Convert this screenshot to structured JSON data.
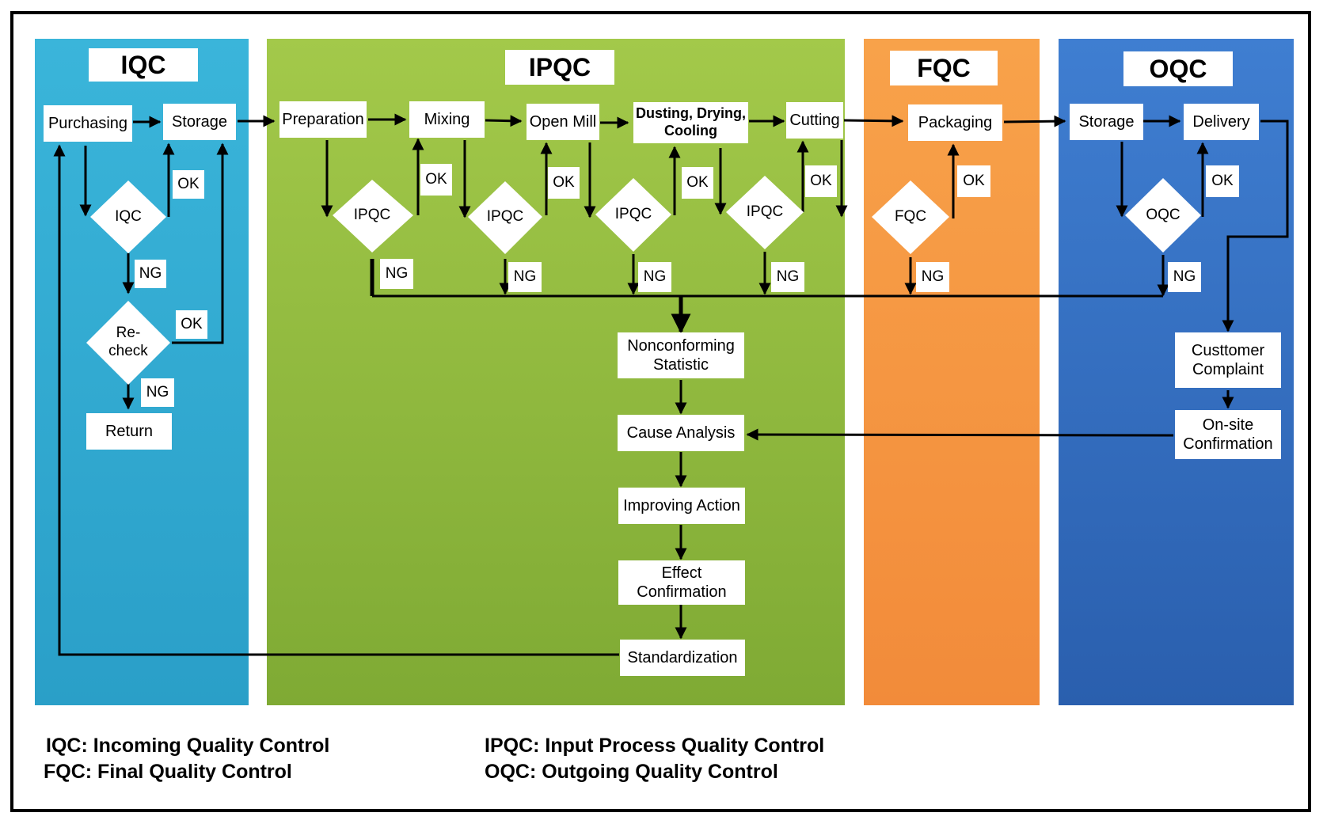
{
  "phases": [
    {
      "id": "iqc",
      "label": "IQC"
    },
    {
      "id": "ipqc",
      "label": "IPQC"
    },
    {
      "id": "fqc",
      "label": "FQC"
    },
    {
      "id": "oqc",
      "label": "OQC"
    }
  ],
  "iqc": {
    "purchasing": "Purchasing",
    "storage": "Storage",
    "decision": "IQC",
    "recheck": "Re-\ncheck",
    "return": "Return"
  },
  "ipqc": {
    "preparation": "Preparation",
    "mixing": "Mixing",
    "open_mill": "Open Mill",
    "dusting": "Dusting, Drying,\nCooling",
    "cutting": "Cutting",
    "decision": "IPQC"
  },
  "improvement": {
    "nonconforming": "Nonconforming\nStatistic",
    "cause": "Cause Analysis",
    "improving": "Improving  Action",
    "effect": "Effect\nConfirmation",
    "standardization": "Standardization"
  },
  "fqc": {
    "packaging": "Packaging",
    "decision": "FQC"
  },
  "oqc": {
    "storage": "Storage",
    "delivery": "Delivery",
    "decision": "OQC",
    "complaint": "Custtomer\nComplaint",
    "onsite": "On-site\nConfirmation"
  },
  "labels": {
    "ok": "OK",
    "ng": "NG"
  },
  "legend": {
    "iqc": "IQC: Incoming Quality Control",
    "fqc": "FQC: Final Quality Control",
    "ipqc": "IPQC: Input Process Quality Control",
    "oqc": "OQC: Outgoing Quality Control"
  },
  "colors": {
    "iqc_panel": "#2fa9d3",
    "ipqc_panel": "#8fb83f",
    "fqc_panel": "#f5963f",
    "oqc_panel": "#3570c2",
    "arrow": "#000000"
  }
}
